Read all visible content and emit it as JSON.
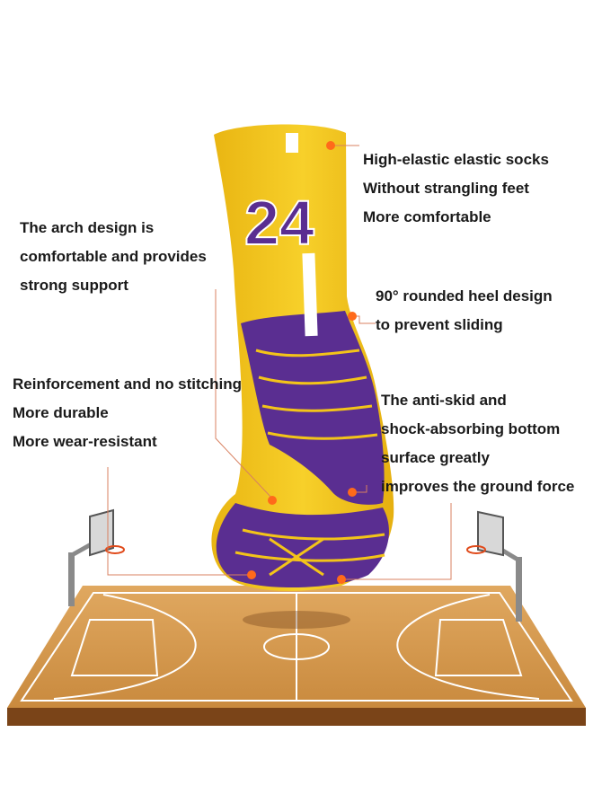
{
  "colors": {
    "sock_yellow": "#f3c419",
    "sock_purple": "#5a2e91",
    "callout_orange": "#ff6a1a",
    "court_wood": "#d99a50",
    "court_edge": "#7a4418"
  },
  "sock": {
    "number": "24"
  },
  "callouts": {
    "top_right": [
      "High-elastic elastic socks",
      "Without strangling feet",
      "More comfortable"
    ],
    "arch": [
      "The arch design is",
      "comfortable and provides",
      "strong support"
    ],
    "heel": [
      "90° rounded heel design",
      "to prevent sliding"
    ],
    "reinforcement": [
      "Reinforcement and no stitching",
      "More durable",
      "More wear-resistant"
    ],
    "bottom": [
      "The anti-skid and",
      "shock-absorbing bottom",
      "surface greatly",
      "improves the ground force"
    ]
  }
}
